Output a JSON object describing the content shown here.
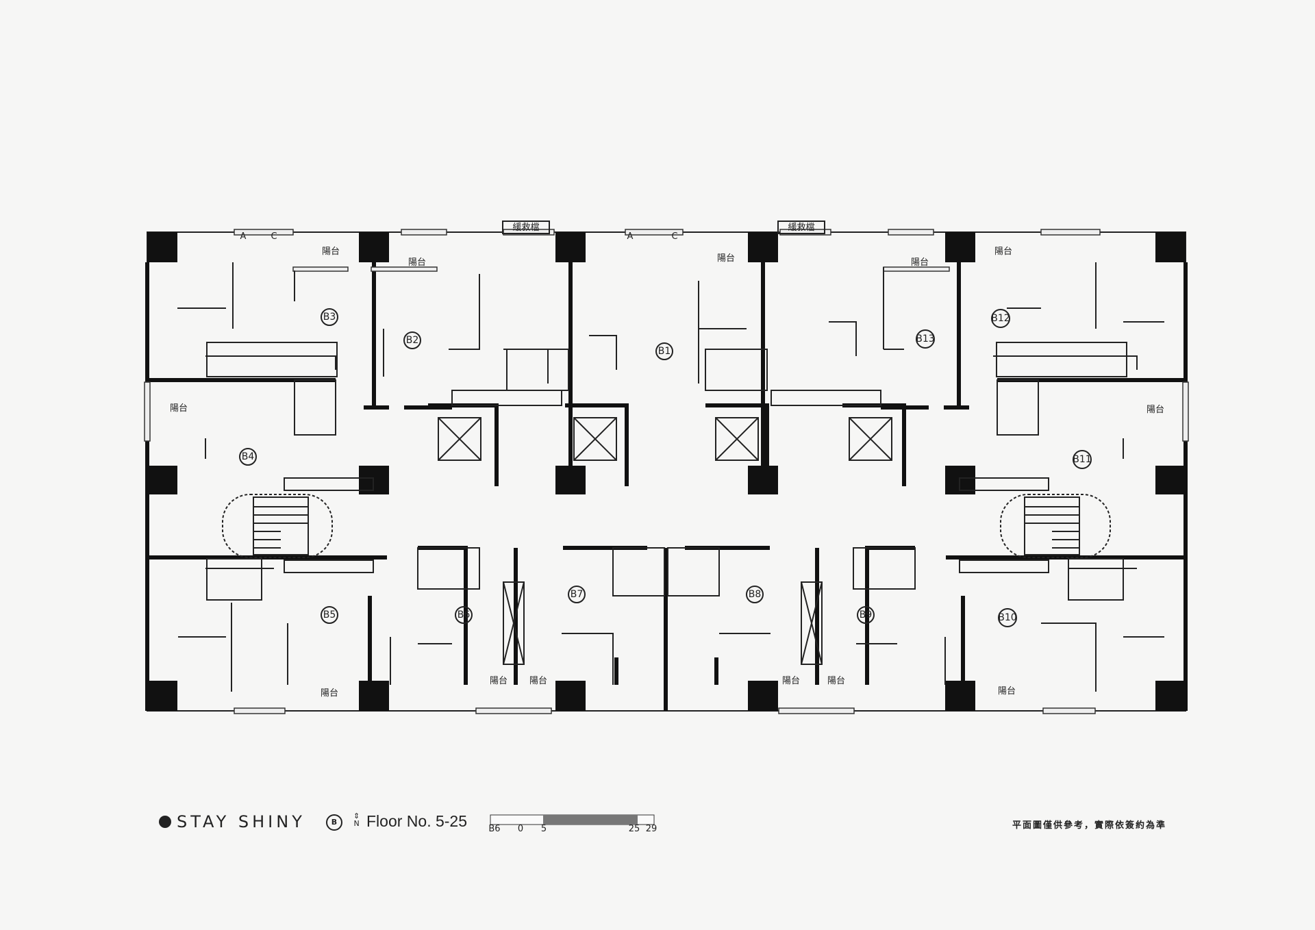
{
  "plan": {
    "units": [
      "B1",
      "B2",
      "B3",
      "B4",
      "B5",
      "B6",
      "B7",
      "B8",
      "B9",
      "B10",
      "B11",
      "B12",
      "B13"
    ],
    "balcony_label": "陽台",
    "rescue_label_left": "緩救檔",
    "rescue_label_right": "緩救檔",
    "window_marks": [
      "A",
      "C"
    ]
  },
  "footer": {
    "brand": "STAY SHINY",
    "building": "B",
    "north": "N",
    "floor": "Floor No. 5-25",
    "scale_ticks": [
      "B6",
      "0",
      "5",
      "25",
      "29"
    ],
    "highlight_range": [
      5,
      25
    ],
    "disclaimer": "平面圖僅供參考，實際依簽約為準"
  }
}
